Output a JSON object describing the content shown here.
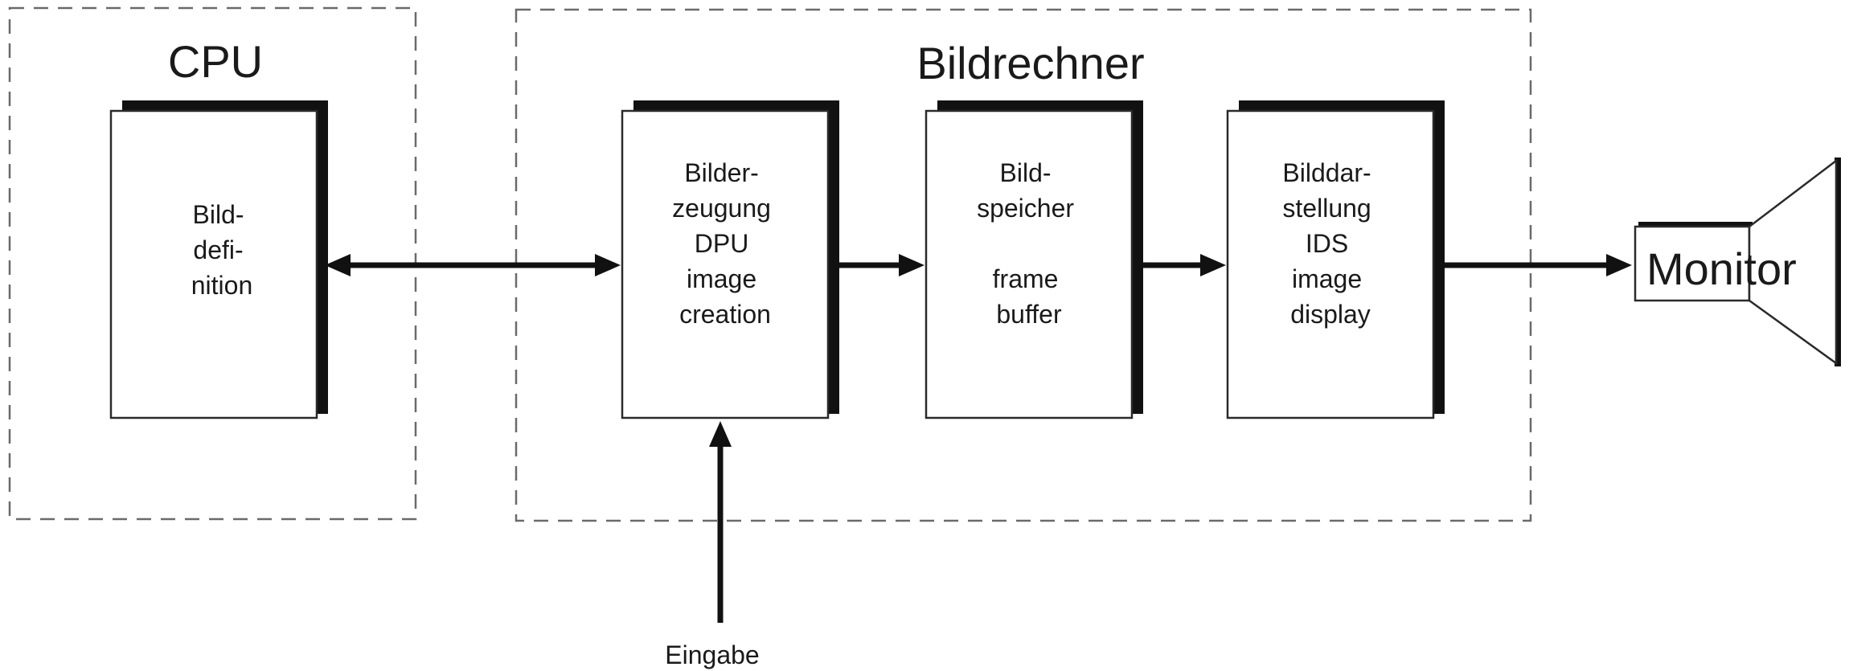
{
  "groups": {
    "cpu": {
      "title": "CPU"
    },
    "bildrechner": {
      "title": "Bildrechner"
    }
  },
  "blocks": {
    "definition": {
      "lines": [
        "Bild-",
        "defi-",
        "nition"
      ]
    },
    "creation": {
      "lines": [
        "Bilder-",
        "zeugung",
        "DPU",
        "image",
        "creation"
      ]
    },
    "buffer": {
      "lines": [
        "Bild-",
        "speicher",
        "",
        "frame",
        "buffer"
      ]
    },
    "display": {
      "lines": [
        "Bilddar-",
        "stellung",
        "IDS",
        "image",
        "display"
      ]
    }
  },
  "monitor": {
    "label": "Monitor"
  },
  "input": {
    "label": "Eingabe"
  }
}
